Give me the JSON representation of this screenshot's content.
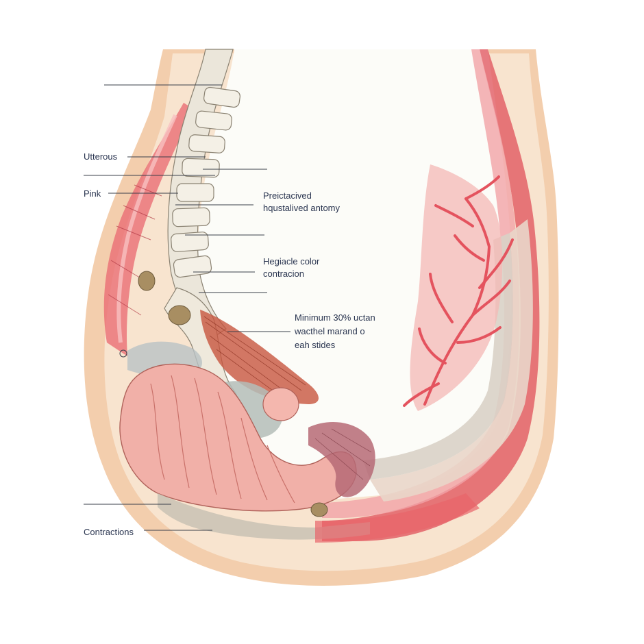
{
  "labels": {
    "uterus": "Utterous",
    "pink": "Pink",
    "preactive_line1": "Preictacived",
    "preactive_line2": "hqustalived antomy",
    "hegiacle_line1": "Hegiacle color",
    "hegiacle_line2": "contracion",
    "minimum_line1": "Minimum 30% uctan",
    "minimum_line2": "wacthel marand o",
    "minimum_line3": "eah stides",
    "contractions": "Contractions"
  },
  "colors": {
    "skin": "#f2c9a4",
    "skin_light": "#f8e4cf",
    "wall_red": "#e0505a",
    "wall_pink": "#f1a3a6",
    "vessel": "#e4535e",
    "spine": "#f4f0e6",
    "intestine": "#f1b0a8",
    "muscle": "#c7553f",
    "fetus": "#f3b3a9",
    "background": "#ffffff",
    "ink": "#2a3550"
  }
}
